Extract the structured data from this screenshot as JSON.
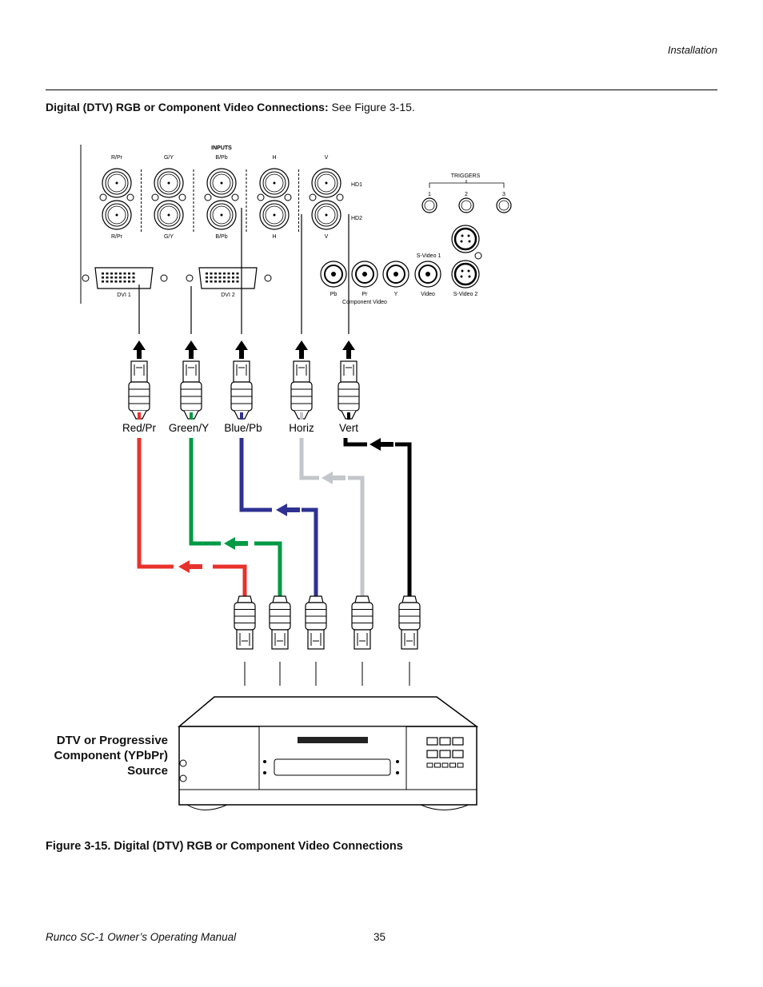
{
  "header": {
    "section": "Installation"
  },
  "intro": {
    "bold": "Digital (DTV) RGB or Component Video Connections:",
    "normal": " See Figure 3-15."
  },
  "panel": {
    "inputs_label": "INPUTS",
    "bnc_top_labels": [
      "R/Pr",
      "G/Y",
      "B/Pb",
      "H",
      "V"
    ],
    "bnc_bottom_labels": [
      "R/Pr",
      "G/Y",
      "B/Pb",
      "H",
      "V"
    ],
    "hd_labels": [
      "HD1",
      "HD2"
    ],
    "dvi_labels": [
      "DVI 1",
      "DVI 2"
    ],
    "triggers_label": "TRIGGERS",
    "trigger_numbers": [
      "1",
      "2",
      "3"
    ],
    "rca_labels": [
      "Pb",
      "Pr",
      "Y",
      "Video"
    ],
    "component_label": "Component Video",
    "svideo_labels": [
      "S-Video 1",
      "S-Video 2"
    ]
  },
  "cables": {
    "labels": [
      "Red/Pr",
      "Green/Y",
      "Blue/Pb",
      "Horiz",
      "Vert"
    ],
    "colors": [
      "#e8322c",
      "#009a44",
      "#2e3192",
      "#c3c6ca",
      "#000000"
    ]
  },
  "source": {
    "label_lines": [
      "DTV or Progressive",
      "Component (YPbPr)",
      "Source"
    ]
  },
  "caption": "Figure 3-15. Digital (DTV) RGB or Component Video Connections",
  "footer": {
    "manual_title": "Runco SC-1 Owner’s Operating Manual",
    "page_number": "35"
  }
}
